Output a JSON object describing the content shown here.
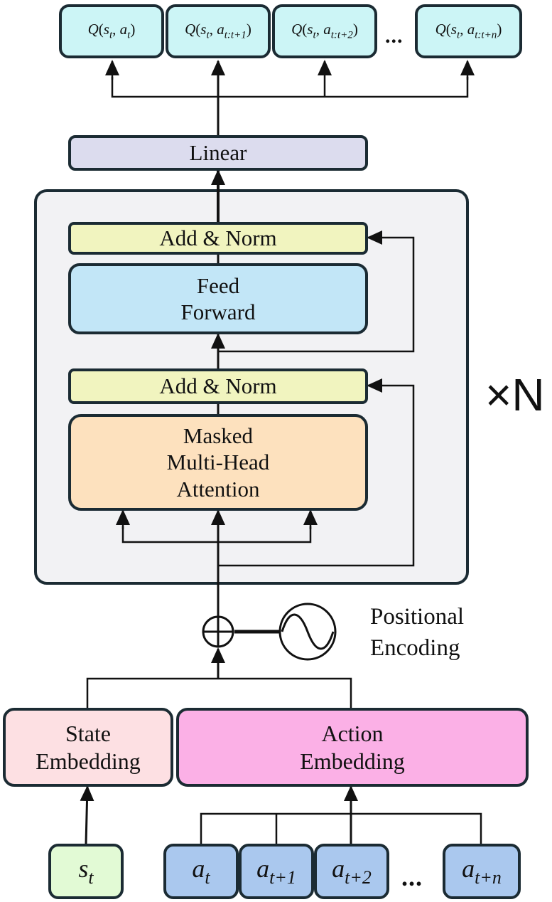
{
  "colors": {
    "stroke": "#1b2b33",
    "q_fill": "#ccf5f6",
    "linear_fill": "#dcdcee",
    "block_fill": "#f2f2f4",
    "addnorm_fill": "#f1f4bf",
    "feedforward_fill": "#c2e6f7",
    "attention_fill": "#fde1be",
    "state_embedding_fill": "#fde0e3",
    "action_embedding_fill": "#fbb0e6",
    "state_token_fill": "#e2fad5",
    "action_token_fill": "#aac8ee"
  },
  "icons": {
    "sum": "circle-plus-icon",
    "positional_encoding": "sine-wave-icon"
  },
  "outputs": [
    {
      "q": "Q",
      "s": "s",
      "s_sub": "t",
      "a": "a",
      "a_sub": "t"
    },
    {
      "q": "Q",
      "s": "s",
      "s_sub": "t",
      "a": "a",
      "a_sub": "t:t+1"
    },
    {
      "q": "Q",
      "s": "s",
      "s_sub": "t",
      "a": "a",
      "a_sub": "t:t+2"
    },
    {
      "q": "Q",
      "s": "s",
      "s_sub": "t",
      "a": "a",
      "a_sub": "t:t+n"
    }
  ],
  "output_ellipsis": "...",
  "linear": "Linear",
  "block": {
    "add_norm_top": "Add & Norm",
    "feed_forward": [
      "Feed",
      "Forward"
    ],
    "add_norm_bottom": "Add & Norm",
    "attention": [
      "Masked",
      "Multi-Head",
      "Attention"
    ]
  },
  "repeat_label": "×N",
  "positional_encoding": [
    "Positional",
    "Encoding"
  ],
  "embeddings": {
    "state": [
      "State",
      "Embedding"
    ],
    "action": [
      "Action",
      "Embedding"
    ]
  },
  "inputs": {
    "state": {
      "sym": "s",
      "sub": "t"
    },
    "actions": [
      {
        "sym": "a",
        "sub": "t"
      },
      {
        "sym": "a",
        "sub": "t+1"
      },
      {
        "sym": "a",
        "sub": "t+2"
      },
      {
        "sym": "a",
        "sub": "t+n"
      }
    ],
    "ellipsis": "..."
  }
}
